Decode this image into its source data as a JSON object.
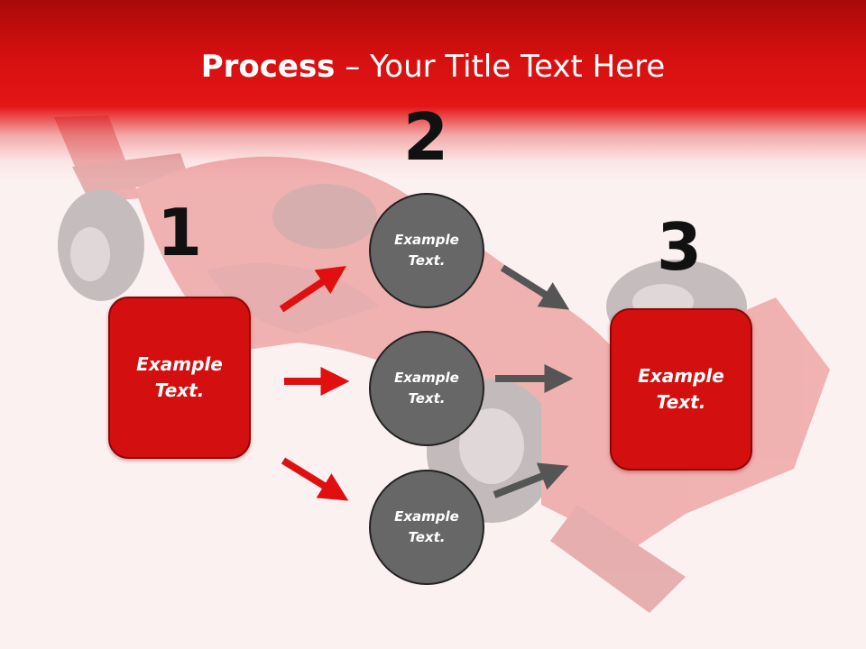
{
  "slide": {
    "title_bold": "Process",
    "title_rest": " – Your Title Text Here",
    "step_numbers": [
      "1",
      "2",
      "3"
    ],
    "left_box": {
      "text": "Example\nText."
    },
    "circles": [
      {
        "text": "Example\nText."
      },
      {
        "text": "Example\nText."
      },
      {
        "text": "Example\nText."
      }
    ],
    "right_box": {
      "text": "Example\nText."
    }
  },
  "colors": {
    "accent_red": "#d40f0f",
    "circle_gray": "#676767",
    "arrow_red": "#e01010",
    "arrow_gray": "#555555"
  },
  "icons": {
    "background": "race-car-image",
    "arrows": "arrow-icon"
  }
}
